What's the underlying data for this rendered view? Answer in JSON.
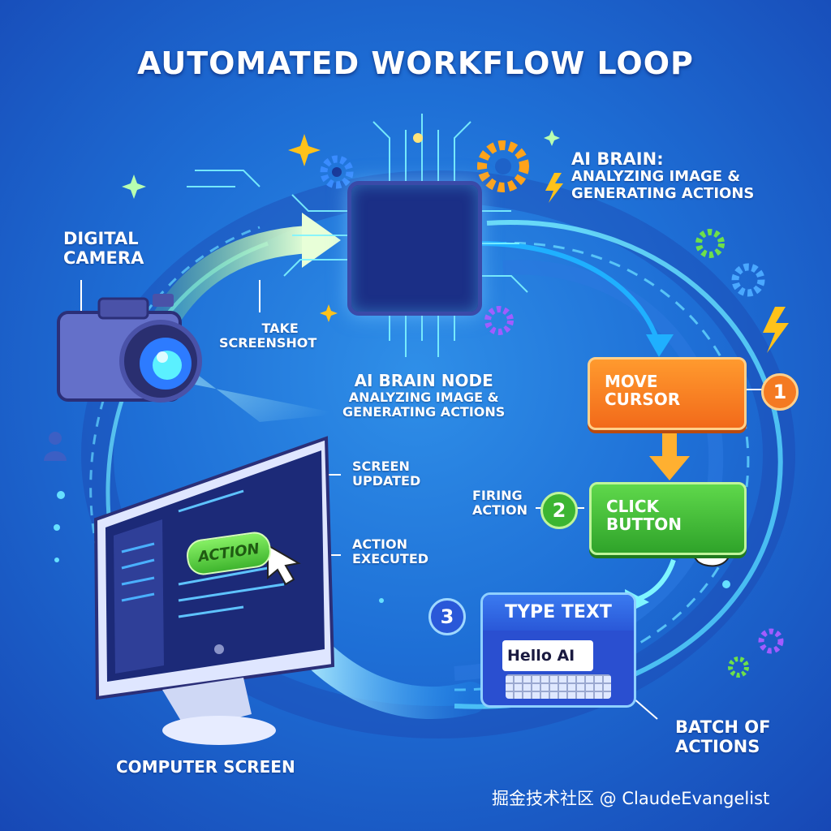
{
  "title": "AUTOMATED WORKFLOW LOOP",
  "labels": {
    "digital_camera": [
      "DIGITAL",
      "CAMERA"
    ],
    "take_screenshot": [
      "TAKE",
      "SCREENSHOT"
    ],
    "ai_brain_top": [
      "AI BRAIN:",
      "ANALYZING IMAGE &",
      "GENERATING ACTIONS"
    ],
    "ai_brain_node": [
      "AI BRAIN NODE",
      "ANALYZING IMAGE &",
      "GENERATING ACTIONS"
    ],
    "screen_updated": [
      "SCREEN",
      "UPDATED"
    ],
    "action_executed": [
      "ACTION",
      "EXECUTED"
    ],
    "firing_action": [
      "FIRING",
      "ACTION"
    ],
    "batch_of_actions": [
      "BATCH OF",
      "ACTIONS"
    ],
    "computer_screen": "COMPUTER SCREEN"
  },
  "steps": {
    "move_cursor": {
      "number": "1",
      "lines": [
        "MOVE",
        "CURSOR"
      ],
      "color": "#f47a22"
    },
    "click_button": {
      "number": "2",
      "lines": [
        "CLICK",
        "BUTTON"
      ],
      "color": "#3cb531"
    },
    "type_text": {
      "number": "3",
      "label": "TYPE TEXT",
      "input_value": "Hello AI",
      "color": "#2a58d8"
    }
  },
  "monitor": {
    "button_label": "ACTION"
  },
  "watermark": "掘金技术社区 @ ClaudeEvangelist",
  "icons": [
    "camera-icon",
    "brain-chip-icon",
    "gear-icon",
    "lightning-icon",
    "cursor-icon",
    "hand-pointer-icon",
    "keyboard-icon",
    "monitor-icon",
    "sparkle-icon"
  ]
}
